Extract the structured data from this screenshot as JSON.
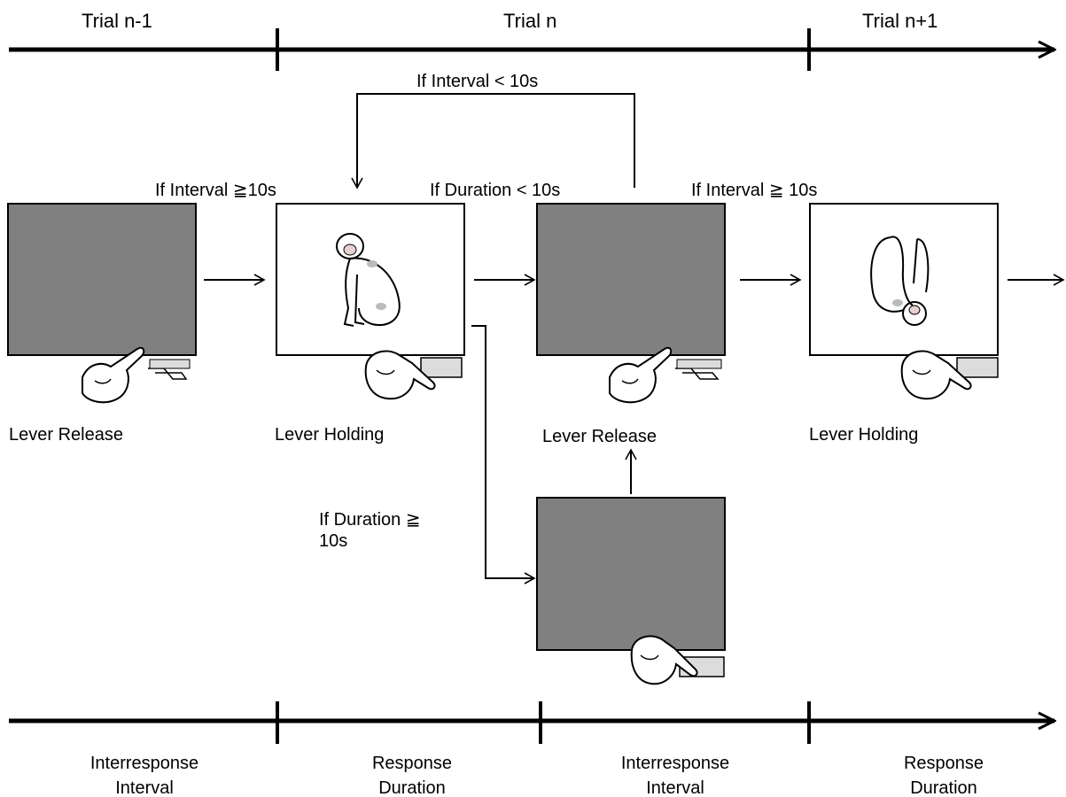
{
  "timeline_top": {
    "trial_prev": "Trial n-1",
    "trial_curr": "Trial n",
    "trial_next": "Trial n+1"
  },
  "conditions": {
    "interval_lt": "If Interval < 10s",
    "interval_ge_1": "If Interval ≧10s",
    "duration_lt": "If Duration < 10s",
    "interval_ge_2": "If Interval ≧  10s",
    "duration_ge": "If Duration ≧ 10s"
  },
  "states": {
    "release_1": "Lever Release",
    "holding_1": "Lever Holding",
    "release_2": "Lever Release",
    "holding_2": "Lever Holding"
  },
  "timeline_bottom": {
    "seg1": "Interresponse Interval",
    "seg2": "Response Duration",
    "seg3": "Interresponse Interval",
    "seg4": "Response Duration"
  },
  "colors": {
    "dark_screen": "#808080",
    "line": "#000000",
    "background": "#ffffff"
  }
}
